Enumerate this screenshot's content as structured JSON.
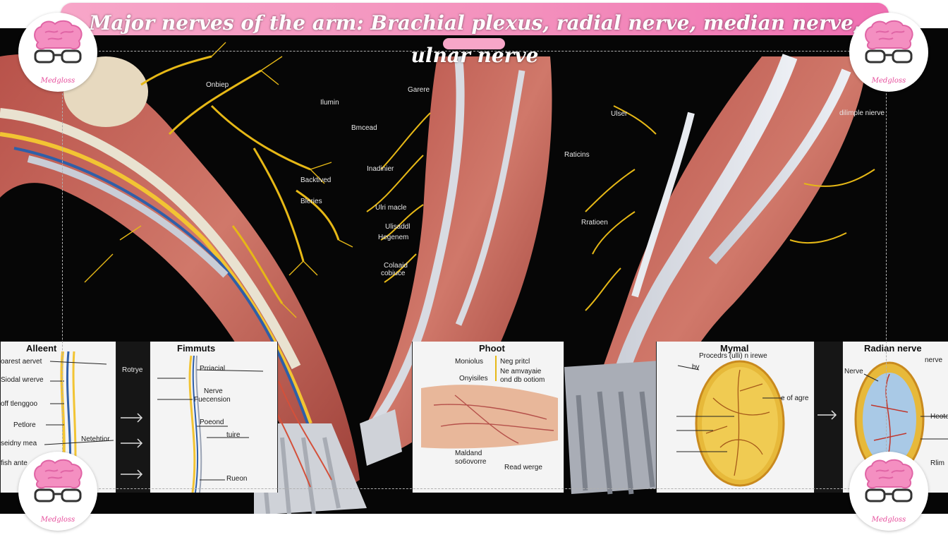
{
  "title": "Major nerves of the arm: Brachial plexus, radial nerve, median nerve, ulnar nerve",
  "brand": {
    "name": "Medgloss",
    "icon": "brain-with-glasses-icon",
    "colors": {
      "pink": "#f48fc1",
      "accent": "#e64e9c"
    }
  },
  "arm_labels": {
    "left_group": [
      "Onbiep",
      "Ilumin",
      "Bmcead",
      "Backtived",
      "Bleries"
    ],
    "center_group": [
      "Garere",
      "Inadinier",
      "Ulri macle",
      "Ulisaddl",
      "Hegenem",
      "Colaaid",
      "cobiuce"
    ],
    "right_group": [
      "Ulser",
      "Raticins",
      "Rratioen",
      "dilimple nierve"
    ]
  },
  "panels": [
    {
      "title": "Alleent",
      "labels": [
        "oarest aervet",
        "Siodal wrerve",
        "off tlenggoo",
        "Petlore",
        "seidny mea",
        "fish ante"
      ]
    },
    {
      "title": "Rotrye",
      "labels": [
        "Netehtior"
      ]
    },
    {
      "title": "Fimmuts",
      "labels": [
        "Prriacial",
        "Nerve",
        "Fuecension",
        "Poeond",
        "tuire",
        "Rueon"
      ]
    },
    {
      "title": "Phoot",
      "labels": [
        "Moniolus",
        "Onyisiles",
        "Neg pritcl",
        "Ne amvayaie",
        "ond db ootiom",
        "Maldand",
        "so6ovorre",
        "Read werge"
      ]
    },
    {
      "title": "Mymal",
      "labels": [
        "Procedrs (ulli) n irewe",
        "bv",
        "e of agre"
      ]
    },
    {
      "title": "Radian nerve",
      "labels": [
        "Nerve",
        "nerve",
        "Heote",
        "Rlim"
      ]
    }
  ]
}
